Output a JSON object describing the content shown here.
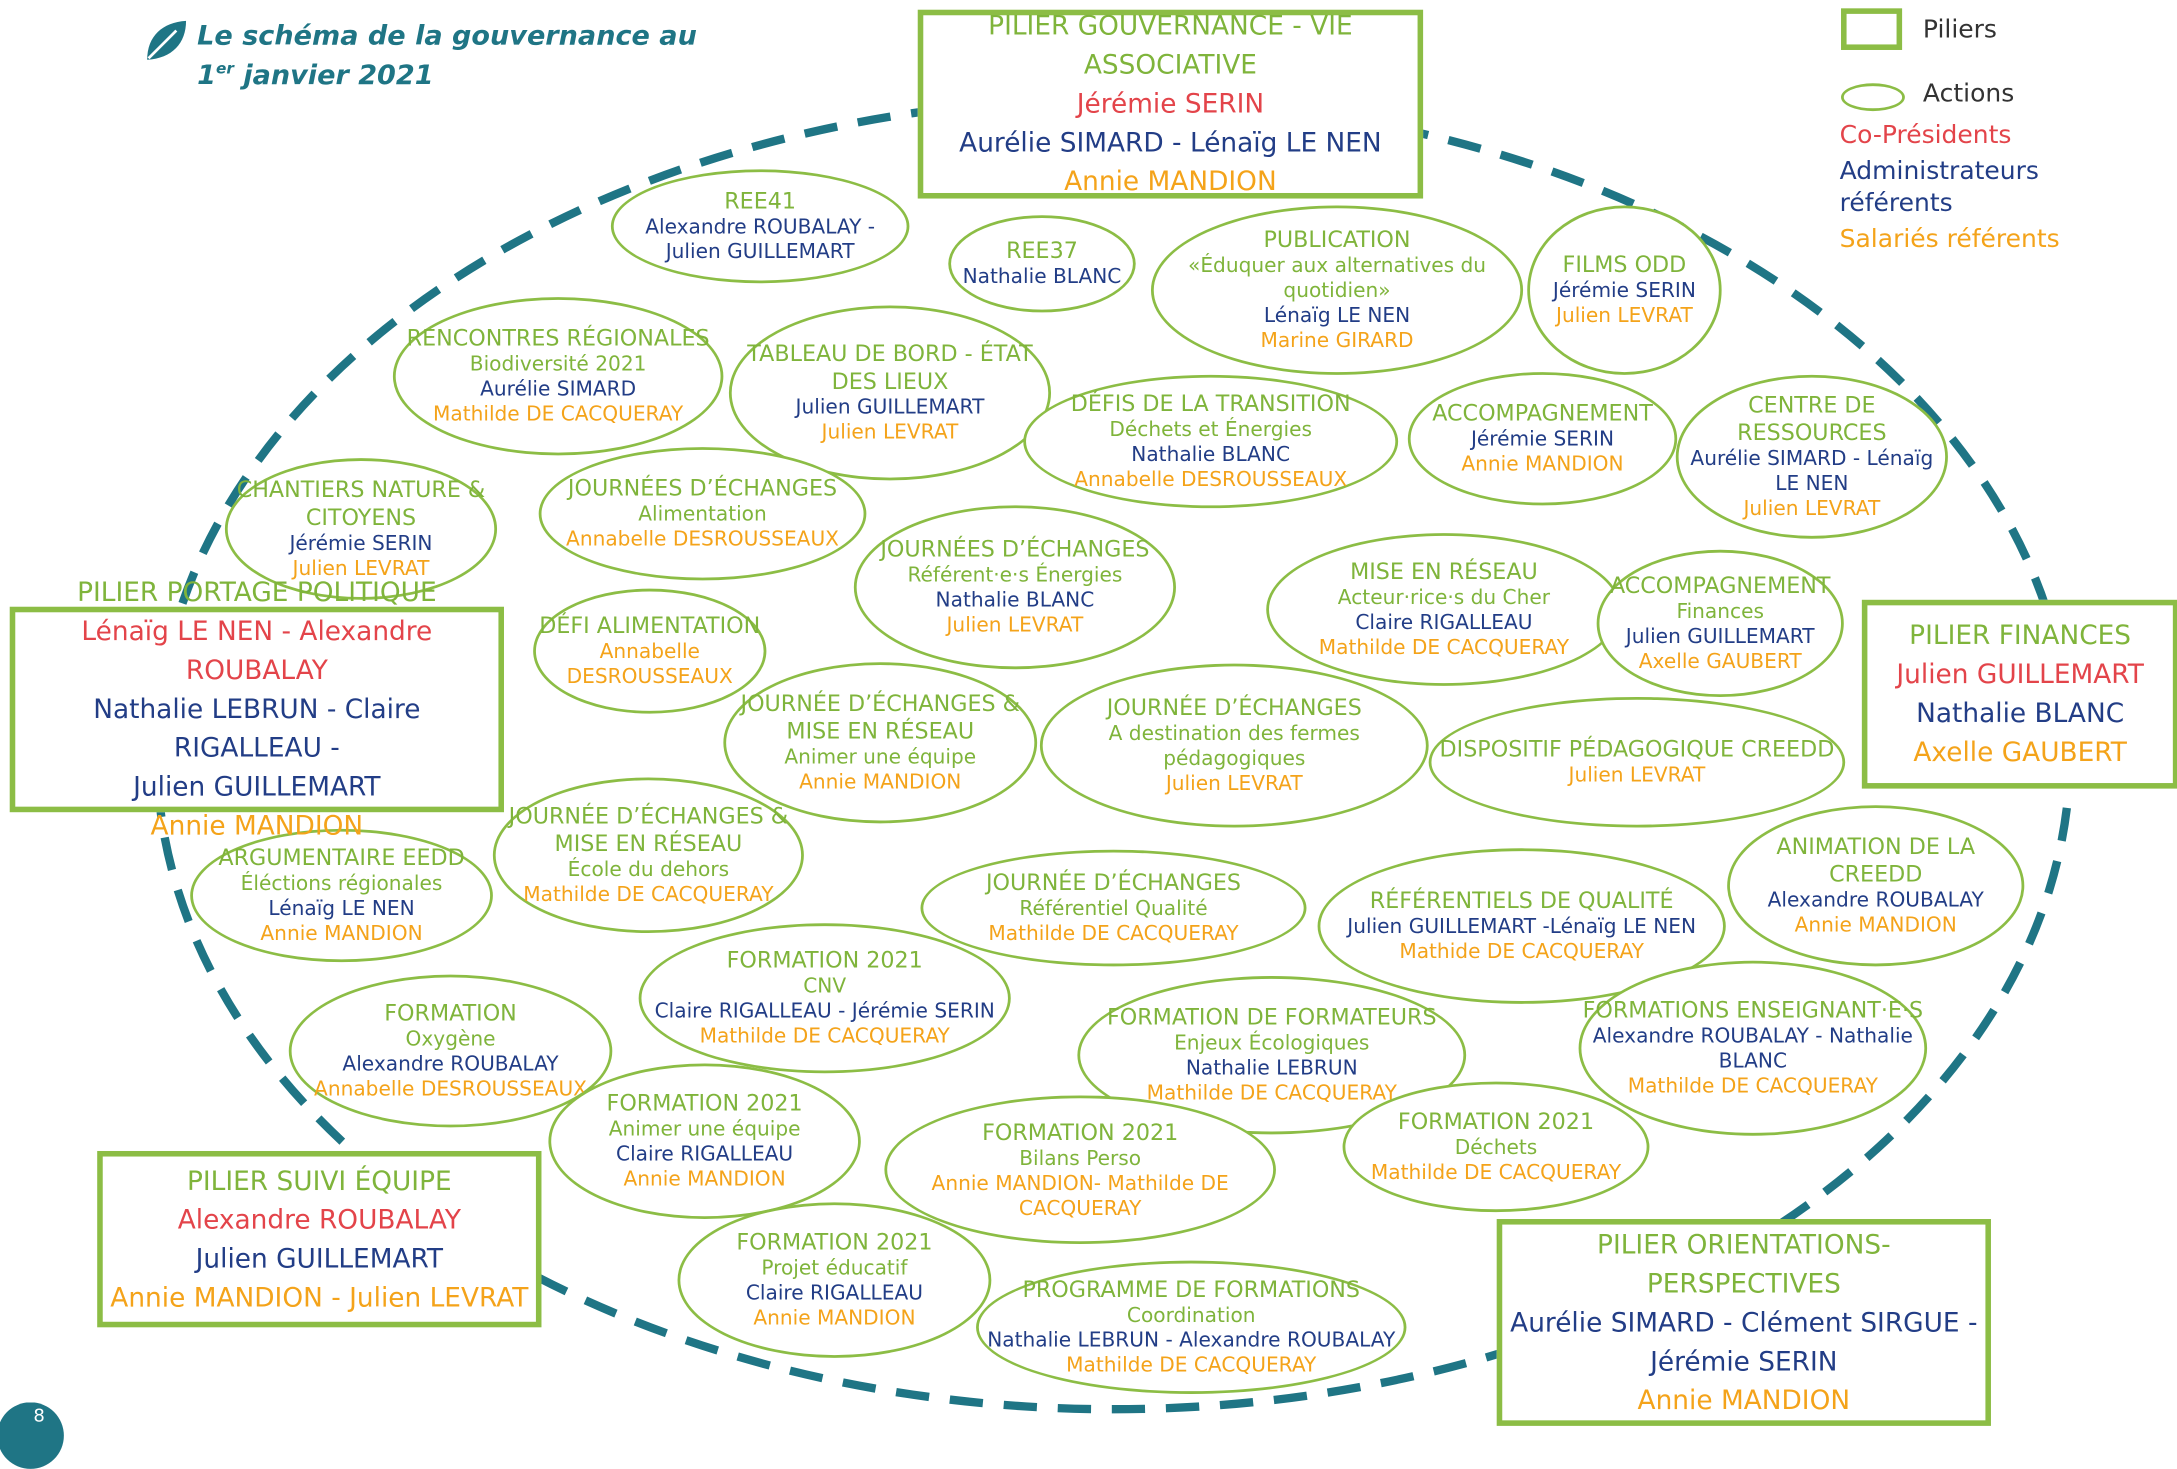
{
  "title": {
    "line1": "Le schéma de la gouvernance au",
    "line2_day": "1",
    "line2_sup": "er",
    "line2_rest": " janvier 2021"
  },
  "legend": {
    "piliers": "Piliers",
    "actions": "Actions",
    "co_presidents": "Co-Présidents",
    "admin_line1": "Administrateurs",
    "admin_line2": "référents",
    "salaries": "Salariés référents"
  },
  "colors": {
    "green": "#8cbd45",
    "teal": "#1f7585",
    "red": "#e3444a",
    "blue": "#223d86",
    "orange": "#f4a31a"
  },
  "pillars": [
    {
      "title": "PILIER GOUVERNANCE  - VIE ASSOCIATIVE",
      "lines": [
        {
          "text": "Jérémie SERIN",
          "color": "red"
        },
        {
          "text": "Aurélie SIMARD  - Lénaïg LE NEN",
          "color": "blue"
        },
        {
          "text": "Annie MANDION",
          "color": "orange"
        }
      ]
    },
    {
      "title": "PILIER PORTAGE POLITIQUE",
      "lines": [
        {
          "text": "Lénaïg LE NEN - Alexandre ROUBALAY",
          "color": "red"
        },
        {
          "text": "Nathalie LEBRUN - Claire RIGALLEAU -",
          "color": "blue"
        },
        {
          "text": "Julien GUILLEMART",
          "color": "blue"
        },
        {
          "text": "Annie MANDION",
          "color": "orange"
        }
      ]
    },
    {
      "title": "PILIER FINANCES",
      "lines": [
        {
          "text": "Julien GUILLEMART",
          "color": "red"
        },
        {
          "text": "Nathalie BLANC",
          "color": "blue"
        },
        {
          "text": "Axelle GAUBERT",
          "color": "orange"
        }
      ]
    },
    {
      "title": "PILIER SUIVI ÉQUIPE",
      "lines": [
        {
          "text": "Alexandre ROUBALAY",
          "color": "red"
        },
        {
          "text": "Julien GUILLEMART",
          "color": "blue"
        },
        {
          "text": "Annie MANDION - Julien LEVRAT",
          "color": "orange"
        }
      ]
    },
    {
      "title": "PILIER ORIENTATIONS-PERSPECTIVES",
      "lines": [
        {
          "text": "Aurélie SIMARD - Clément SIRGUE -",
          "color": "blue"
        },
        {
          "text": "Jérémie SERIN",
          "color": "blue"
        },
        {
          "text": "Annie MANDION",
          "color": "orange"
        }
      ]
    }
  ],
  "actions": [
    {
      "title": "REE41",
      "lines": [
        {
          "text": "Alexandre ROUBALAY -",
          "color": "blue"
        },
        {
          "text": "Julien GUILLEMART",
          "color": "blue"
        }
      ]
    },
    {
      "title": "REE37",
      "lines": [
        {
          "text": "Nathalie BLANC",
          "color": "blue"
        }
      ]
    },
    {
      "title": "PUBLICATION",
      "lines": [
        {
          "text": "«Éduquer aux alternatives du",
          "color": "green"
        },
        {
          "text": "quotidien»",
          "color": "green"
        },
        {
          "text": "Lénaïg LE NEN",
          "color": "blue"
        },
        {
          "text": "Marine GIRARD",
          "color": "orange"
        }
      ]
    },
    {
      "title": "FILMS ODD",
      "lines": [
        {
          "text": "Jérémie SERIN",
          "color": "blue"
        },
        {
          "text": "Julien LEVRAT",
          "color": "orange"
        }
      ]
    },
    {
      "title": "RENCONTRES RÉGIONALES",
      "lines": [
        {
          "text": "Biodiversité 2021",
          "color": "green"
        },
        {
          "text": "Aurélie SIMARD",
          "color": "blue"
        },
        {
          "text": "Mathilde DE CACQUERAY",
          "color": "orange"
        }
      ]
    },
    {
      "title": "TABLEAU DE BORD - ÉTAT DES LIEUX",
      "lines": [
        {
          "text": "Julien GUILLEMART",
          "color": "blue"
        },
        {
          "text": "Julien LEVRAT",
          "color": "orange"
        }
      ]
    },
    {
      "title": "DÉFIS DE LA TRANSITION",
      "lines": [
        {
          "text": "Déchets et Énergies",
          "color": "green"
        },
        {
          "text": "Nathalie BLANC",
          "color": "blue"
        },
        {
          "text": "Annabelle DESROUSSEAUX",
          "color": "orange"
        }
      ]
    },
    {
      "title": "ACCOMPAGNEMENT",
      "lines": [
        {
          "text": "Jérémie SERIN",
          "color": "blue"
        },
        {
          "text": "Annie MANDION",
          "color": "orange"
        }
      ]
    },
    {
      "title": "CENTRE DE RESSOURCES",
      "lines": [
        {
          "text": "Aurélie SIMARD - Lénaïg",
          "color": "blue"
        },
        {
          "text": "LE NEN",
          "color": "blue"
        },
        {
          "text": "Julien LEVRAT",
          "color": "orange"
        }
      ]
    },
    {
      "title": "CHANTIERS NATURE & CITOYENS",
      "lines": [
        {
          "text": "Jérémie SERIN",
          "color": "blue"
        },
        {
          "text": "Julien LEVRAT",
          "color": "orange"
        }
      ]
    },
    {
      "title": "JOURNÉES D’ÉCHANGES",
      "lines": [
        {
          "text": "Alimentation",
          "color": "green"
        },
        {
          "text": "Annabelle DESROUSSEAUX",
          "color": "orange"
        }
      ]
    },
    {
      "title": "JOURNÉES D’ÉCHANGES",
      "lines": [
        {
          "text": "Référent·e·s Énergies",
          "color": "green"
        },
        {
          "text": "Nathalie BLANC",
          "color": "blue"
        },
        {
          "text": "Julien LEVRAT",
          "color": "orange"
        }
      ]
    },
    {
      "title": "MISE EN RÉSEAU",
      "lines": [
        {
          "text": "Acteur·rice·s du Cher",
          "color": "green"
        },
        {
          "text": "Claire RIGALLEAU",
          "color": "blue"
        },
        {
          "text": "Mathilde DE CACQUERAY",
          "color": "orange"
        }
      ]
    },
    {
      "title": "ACCOMPAGNEMENT",
      "lines": [
        {
          "text": "Finances",
          "color": "green"
        },
        {
          "text": "Julien GUILLEMART",
          "color": "blue"
        },
        {
          "text": "Axelle GAUBERT",
          "color": "orange"
        }
      ]
    },
    {
      "title": "DÉFI ALIMENTATION",
      "lines": [
        {
          "text": "Annabelle",
          "color": "orange"
        },
        {
          "text": "DESROUSSEAUX",
          "color": "orange"
        }
      ]
    },
    {
      "title": "JOURNÉE D’ÉCHANGES & MISE EN RÉSEAU",
      "lines": [
        {
          "text": "Animer une équipe",
          "color": "green"
        },
        {
          "text": "Annie MANDION",
          "color": "orange"
        }
      ]
    },
    {
      "title": "JOURNÉE D’ÉCHANGES",
      "lines": [
        {
          "text": "A destination des fermes",
          "color": "green"
        },
        {
          "text": "pédagogiques",
          "color": "green"
        },
        {
          "text": "Julien LEVRAT",
          "color": "orange"
        }
      ]
    },
    {
      "title": "DISPOSITIF PÉDAGOGIQUE CREEDD",
      "lines": [
        {
          "text": "Julien LEVRAT",
          "color": "orange"
        }
      ]
    },
    {
      "title": "JOURNÉE D’ÉCHANGES & MISE EN RÉSEAU",
      "lines": [
        {
          "text": "École du dehors",
          "color": "green"
        },
        {
          "text": "Mathilde DE CACQUERAY",
          "color": "orange"
        }
      ]
    },
    {
      "title": "ARGUMENTAIRE EEDD",
      "lines": [
        {
          "text": "Éléctions régionales",
          "color": "green"
        },
        {
          "text": "Lénaïg LE NEN",
          "color": "blue"
        },
        {
          "text": "Annie MANDION",
          "color": "orange"
        }
      ]
    },
    {
      "title": "JOURNÉE D’ÉCHANGES",
      "lines": [
        {
          "text": "Référentiel Qualité",
          "color": "green"
        },
        {
          "text": "Mathilde DE CACQUERAY",
          "color": "orange"
        }
      ]
    },
    {
      "title": "RÉFÉRENTIELS DE QUALITÉ",
      "lines": [
        {
          "text": "Julien GUILLEMART -Lénaïg LE NEN",
          "color": "blue"
        },
        {
          "text": "Mathide DE CACQUERAY",
          "color": "orange"
        }
      ]
    },
    {
      "title": "ANIMATION DE LA CREEDD",
      "lines": [
        {
          "text": "Alexandre ROUBALAY",
          "color": "blue"
        },
        {
          "text": "Annie MANDION",
          "color": "orange"
        }
      ]
    },
    {
      "title": "FORMATION 2021",
      "lines": [
        {
          "text": "CNV",
          "color": "green"
        },
        {
          "text": "Claire RIGALLEAU - Jérémie SERIN",
          "color": "blue"
        },
        {
          "text": "Mathilde DE CACQUERAY",
          "color": "orange"
        }
      ]
    },
    {
      "title": "FORMATION",
      "lines": [
        {
          "text": "Oxygène",
          "color": "green"
        },
        {
          "text": "Alexandre ROUBALAY",
          "color": "blue"
        },
        {
          "text": "Annabelle DESROUSSEAUX",
          "color": "orange"
        }
      ]
    },
    {
      "title": "FORMATION DE FORMATEURS",
      "lines": [
        {
          "text": "Enjeux Écologiques",
          "color": "green"
        },
        {
          "text": "Nathalie LEBRUN",
          "color": "blue"
        },
        {
          "text": "Mathilde DE CACQUERAY",
          "color": "orange"
        }
      ]
    },
    {
      "title": "FORMATIONS ENSEIGNANT·E·S",
      "lines": [
        {
          "text": "Alexandre ROUBALAY - Nathalie",
          "color": "blue"
        },
        {
          "text": "BLANC",
          "color": "blue"
        },
        {
          "text": "Mathilde DE CACQUERAY",
          "color": "orange"
        }
      ]
    },
    {
      "title": "FORMATION 2021",
      "lines": [
        {
          "text": "Animer une équipe",
          "color": "green"
        },
        {
          "text": "Claire RIGALLEAU",
          "color": "blue"
        },
        {
          "text": "Annie MANDION",
          "color": "orange"
        }
      ]
    },
    {
      "title": "FORMATION 2021",
      "lines": [
        {
          "text": "Bilans Perso",
          "color": "green"
        },
        {
          "text": "Annie MANDION- Mathilde DE",
          "color": "orange"
        },
        {
          "text": "CACQUERAY",
          "color": "orange"
        }
      ]
    },
    {
      "title": "FORMATION 2021",
      "lines": [
        {
          "text": "Déchets",
          "color": "green"
        },
        {
          "text": "Mathilde DE CACQUERAY",
          "color": "orange"
        }
      ]
    },
    {
      "title": "FORMATION 2021",
      "lines": [
        {
          "text": "Projet éducatif",
          "color": "green"
        },
        {
          "text": "Claire RIGALLEAU",
          "color": "blue"
        },
        {
          "text": "Annie MANDION",
          "color": "orange"
        }
      ]
    },
    {
      "title": "PROGRAMME DE FORMATIONS",
      "lines": [
        {
          "text": "Coordination",
          "color": "green"
        },
        {
          "text": "Nathalie LEBRUN - Alexandre ROUBALAY",
          "color": "blue"
        },
        {
          "text": "Mathilde DE CACQUERAY",
          "color": "orange"
        }
      ]
    }
  ],
  "page_number": "8"
}
